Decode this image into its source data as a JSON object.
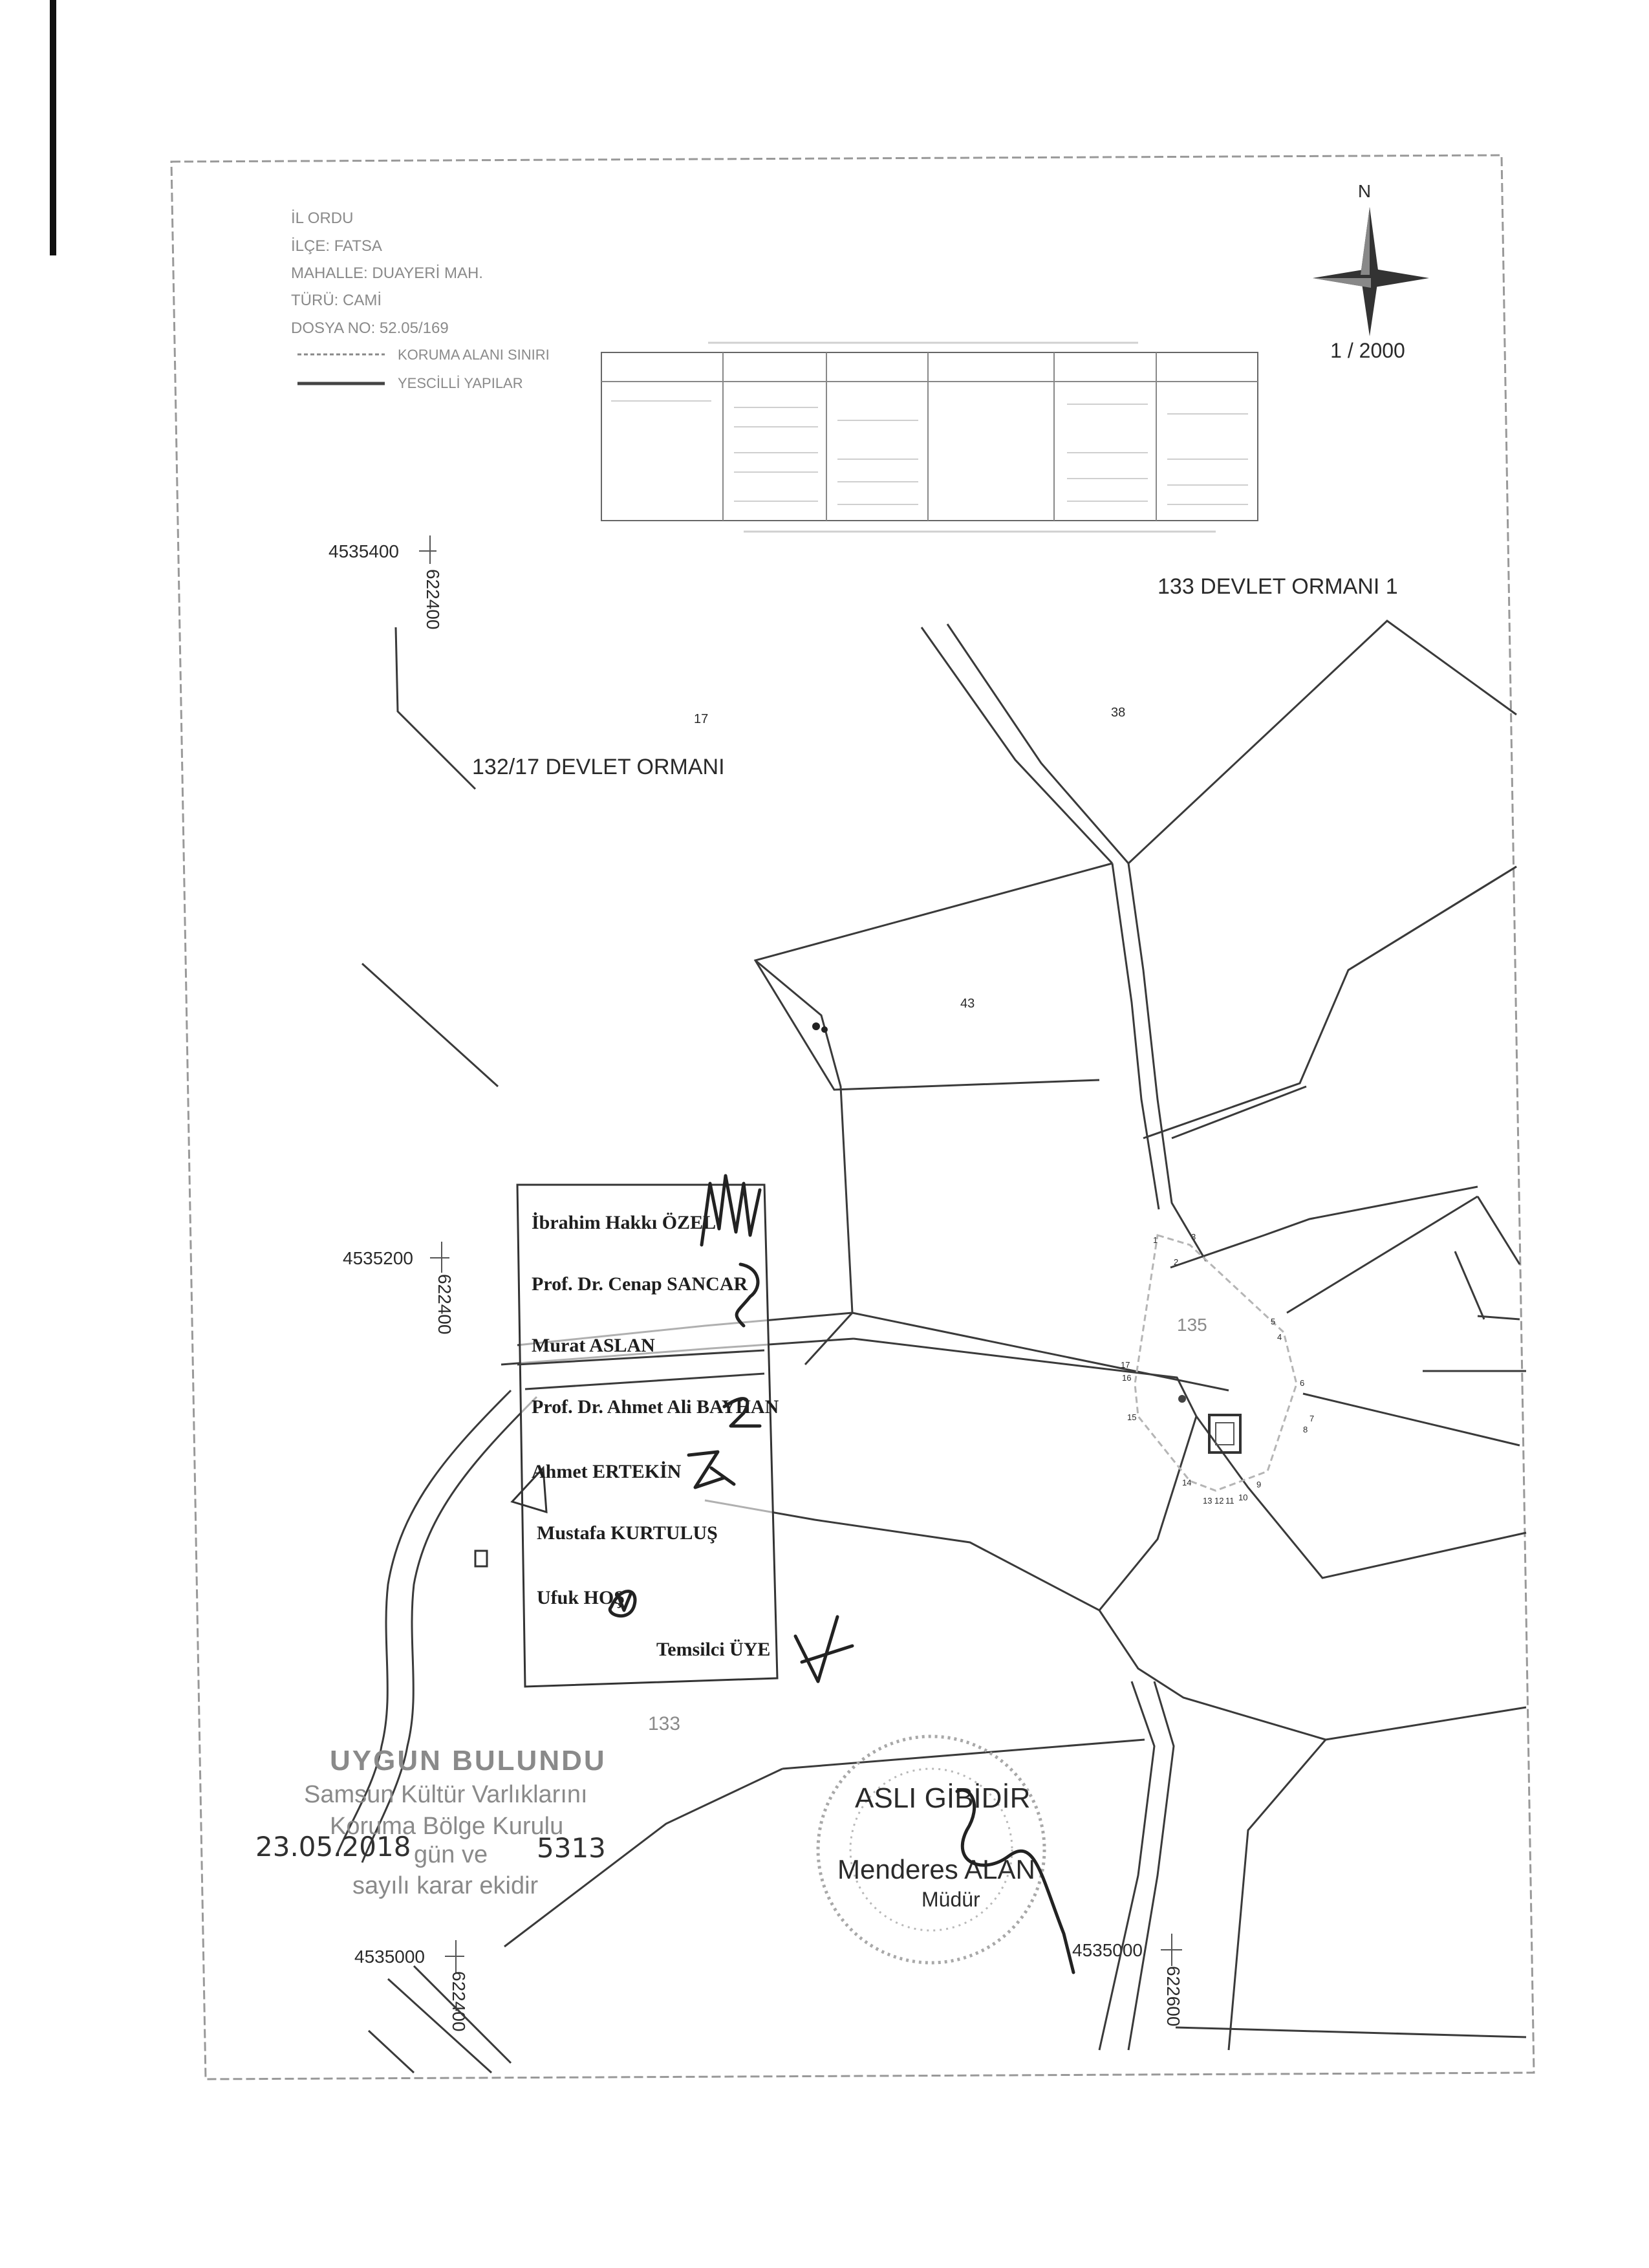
{
  "header": {
    "il": "İL ORDU",
    "ilce": "İLÇE: FATSA",
    "mahalle": "MAHALLE: DUAYERİ MAH.",
    "tur": "TÜRÜ: CAMİ",
    "dosya": "DOSYA NO: 52.05/169"
  },
  "legend": {
    "koruma": "KORUMA ALANI SINIRI",
    "tescilli": "YESCİLLİ YAPILAR"
  },
  "scale": {
    "north": "N",
    "ratio": "1 / 2000"
  },
  "coordinates": {
    "n_top": "4535400",
    "e_top": "622400",
    "n_mid": "4535200",
    "e_mid": "622400",
    "n_bottom_left": "4535000",
    "e_bottom_left": "622400",
    "n_bottom_right": "4535000",
    "e_bottom_right": "622600"
  },
  "parcels": {
    "forest_133": "133 DEVLET ORMANI 1",
    "forest_132": "132/17 DEVLET ORMANI",
    "p17": "17",
    "p38": "38",
    "p43": "43",
    "p135": "135",
    "p133_bottom": "133",
    "vertex_labels": [
      "1",
      "2",
      "3",
      "4",
      "5",
      "6",
      "7",
      "8",
      "9",
      "10",
      "11",
      "12",
      "13",
      "14",
      "15",
      "16",
      "17"
    ]
  },
  "committee": {
    "members": [
      "İbrahim Hakkı ÖZEL",
      "Prof. Dr. Cenap SANCAR",
      "Murat ASLAN",
      "Prof. Dr. Ahmet Ali BAYHAN",
      "Ahmet ERTEKİN",
      "Mustafa KURTULUŞ",
      "Ufuk HOŞ"
    ],
    "representative": "Temsilci ÜYE"
  },
  "approval": {
    "line1": "UYGUN BULUNDU",
    "line2": "Samsun Kültür Varlıklarını",
    "line3": "Koruma Bölge Kurulu",
    "date": "23.05.2018",
    "date_suffix": "gün ve",
    "decision_no": "5313",
    "line5": "sayılı karar ekidir"
  },
  "stamp": {
    "asli": "ASLI GİBİDİR",
    "name": "Menderes ALAN",
    "title": "Müdür"
  }
}
